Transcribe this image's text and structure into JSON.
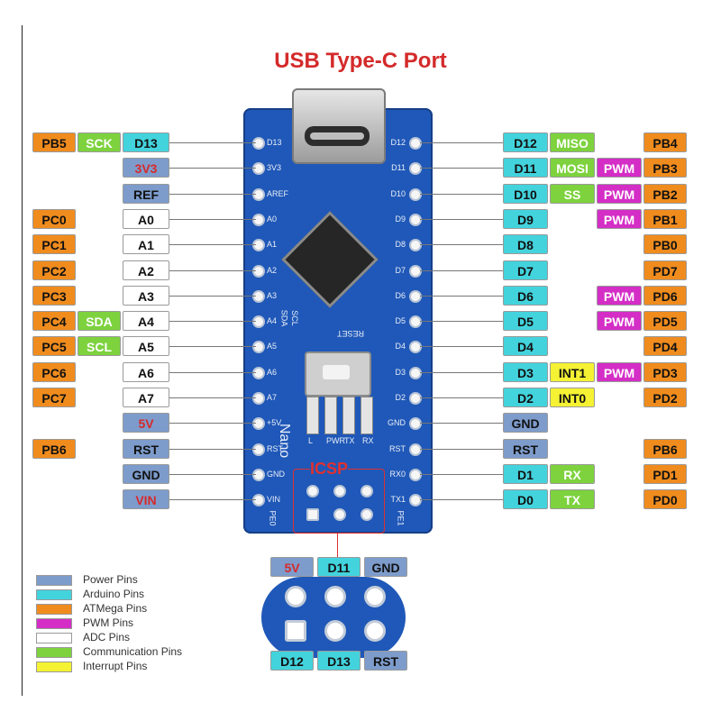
{
  "title": "USB Type-C Port",
  "left_pins": [
    {
      "atmega": "PB5",
      "comm": "SCK",
      "pin": "D13",
      "pin_class": "arduino"
    },
    {
      "atmega": "",
      "comm": "",
      "pin": "3V3",
      "pin_class": "power-red"
    },
    {
      "atmega": "",
      "comm": "",
      "pin": "REF",
      "pin_class": "power"
    },
    {
      "atmega": "PC0",
      "comm": "",
      "pin": "A0",
      "pin_class": "adc"
    },
    {
      "atmega": "PC1",
      "comm": "",
      "pin": "A1",
      "pin_class": "adc"
    },
    {
      "atmega": "PC2",
      "comm": "",
      "pin": "A2",
      "pin_class": "adc"
    },
    {
      "atmega": "PC3",
      "comm": "",
      "pin": "A3",
      "pin_class": "adc"
    },
    {
      "atmega": "PC4",
      "comm": "SDA",
      "pin": "A4",
      "pin_class": "adc"
    },
    {
      "atmega": "PC5",
      "comm": "SCL",
      "pin": "A5",
      "pin_class": "adc"
    },
    {
      "atmega": "PC6",
      "comm": "",
      "pin": "A6",
      "pin_class": "adc"
    },
    {
      "atmega": "PC7",
      "comm": "",
      "pin": "A7",
      "pin_class": "adc"
    },
    {
      "atmega": "",
      "comm": "",
      "pin": "5V",
      "pin_class": "power-red"
    },
    {
      "atmega": "PB6",
      "comm": "",
      "pin": "RST",
      "pin_class": "power"
    },
    {
      "atmega": "",
      "comm": "",
      "pin": "GND",
      "pin_class": "power"
    },
    {
      "atmega": "",
      "comm": "",
      "pin": "VIN",
      "pin_class": "power-red"
    }
  ],
  "right_pins": [
    {
      "pin": "D12",
      "extra": "MISO",
      "extra_class": "comm",
      "pwm": false,
      "atmega": "PB4",
      "pin_class": "arduino"
    },
    {
      "pin": "D11",
      "extra": "MOSI",
      "extra_class": "comm",
      "pwm": true,
      "atmega": "PB3",
      "pin_class": "arduino"
    },
    {
      "pin": "D10",
      "extra": "SS",
      "extra_class": "comm",
      "pwm": true,
      "atmega": "PB2",
      "pin_class": "arduino"
    },
    {
      "pin": "D9",
      "extra": "",
      "extra_class": "",
      "pwm": true,
      "atmega": "PB1",
      "pin_class": "arduino"
    },
    {
      "pin": "D8",
      "extra": "",
      "extra_class": "",
      "pwm": false,
      "atmega": "PB0",
      "pin_class": "arduino"
    },
    {
      "pin": "D7",
      "extra": "",
      "extra_class": "",
      "pwm": false,
      "atmega": "PD7",
      "pin_class": "arduino"
    },
    {
      "pin": "D6",
      "extra": "",
      "extra_class": "",
      "pwm": true,
      "atmega": "PD6",
      "pin_class": "arduino"
    },
    {
      "pin": "D5",
      "extra": "",
      "extra_class": "",
      "pwm": true,
      "atmega": "PD5",
      "pin_class": "arduino"
    },
    {
      "pin": "D4",
      "extra": "",
      "extra_class": "",
      "pwm": false,
      "atmega": "PD4",
      "pin_class": "arduino"
    },
    {
      "pin": "D3",
      "extra": "INT1",
      "extra_class": "int",
      "pwm": true,
      "atmega": "PD3",
      "pin_class": "arduino"
    },
    {
      "pin": "D2",
      "extra": "INT0",
      "extra_class": "int",
      "pwm": false,
      "atmega": "PD2",
      "pin_class": "arduino"
    },
    {
      "pin": "GND",
      "extra": "",
      "extra_class": "",
      "pwm": false,
      "atmega": "",
      "pin_class": "power"
    },
    {
      "pin": "RST",
      "extra": "",
      "extra_class": "",
      "pwm": false,
      "atmega": "PB6",
      "pin_class": "power"
    },
    {
      "pin": "D1",
      "extra": "RX",
      "extra_class": "comm",
      "pwm": false,
      "atmega": "PD1",
      "pin_class": "arduino"
    },
    {
      "pin": "D0",
      "extra": "TX",
      "extra_class": "comm",
      "pwm": false,
      "atmega": "PD0",
      "pin_class": "arduino"
    }
  ],
  "pwm_label": "PWM",
  "icsp": {
    "label": "ICSP",
    "top": [
      {
        "text": "5V",
        "cls": "power-red"
      },
      {
        "text": "D11",
        "cls": "arduino"
      },
      {
        "text": "GND",
        "cls": "power"
      }
    ],
    "bottom": [
      {
        "text": "D12",
        "cls": "arduino"
      },
      {
        "text": "D13",
        "cls": "arduino"
      },
      {
        "text": "RST",
        "cls": "power"
      }
    ]
  },
  "board_silk": {
    "left": [
      "D13",
      "3V3",
      "AREF",
      "A0",
      "A1",
      "A2",
      "A3",
      "A4",
      "A5",
      "A6",
      "A7",
      "+5V",
      "RST",
      "GND",
      "VIN"
    ],
    "right": [
      "D12",
      "D11",
      "D10",
      "D9",
      "D8",
      "D7",
      "D6",
      "D5",
      "D4",
      "D3",
      "D2",
      "GND",
      "RST",
      "RX0",
      "TX1"
    ],
    "sda": "SDA",
    "scl": "SCL",
    "reset": "RESET",
    "nano": "Nano",
    "pe0": "PE0",
    "pe1": "PE1",
    "leds": [
      "L",
      "PWR",
      "TX",
      "RX"
    ]
  },
  "legend": [
    {
      "label": "Power Pins",
      "color": "#7d9ccc"
    },
    {
      "label": "Arduino Pins",
      "color": "#43d3dd"
    },
    {
      "label": "ATMega Pins",
      "color": "#f08c1e"
    },
    {
      "label": "PWM Pins",
      "color": "#d42ec6"
    },
    {
      "label": "ADC Pins",
      "color": "#ffffff"
    },
    {
      "label": "Communication Pins",
      "color": "#7dd23e"
    },
    {
      "label": "Interrupt Pins",
      "color": "#f4f233"
    }
  ]
}
